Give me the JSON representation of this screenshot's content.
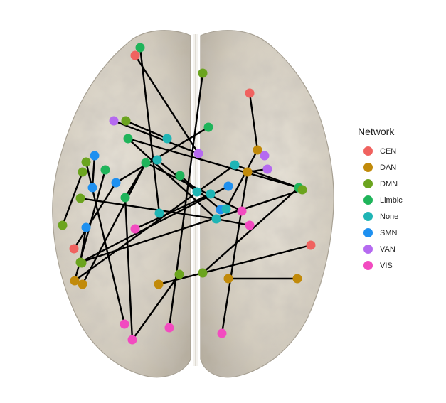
{
  "legend": {
    "title": "Network",
    "items": [
      {
        "key": "CEN",
        "label": "CEN",
        "color": "#F0625F"
      },
      {
        "key": "DAN",
        "label": "DAN",
        "color": "#C18A0A"
      },
      {
        "key": "DMN",
        "label": "DMN",
        "color": "#6BA41E"
      },
      {
        "key": "Limbic",
        "label": "Limbic",
        "color": "#1FB45A"
      },
      {
        "key": "None",
        "label": "None",
        "color": "#1FB5B5"
      },
      {
        "key": "SMN",
        "label": "SMN",
        "color": "#1E90F0"
      },
      {
        "key": "VAN",
        "label": "VAN",
        "color": "#B56AF0"
      },
      {
        "key": "VIS",
        "label": "VIS",
        "color": "#F24BC0"
      }
    ]
  },
  "nodes": [
    {
      "id": "n1",
      "network": "CEN"
    },
    {
      "id": "n2",
      "network": "Limbic"
    },
    {
      "id": "n3",
      "network": "DMN"
    },
    {
      "id": "n4",
      "network": "CEN"
    },
    {
      "id": "n5",
      "network": "VAN"
    },
    {
      "id": "n6",
      "network": "DMN"
    },
    {
      "id": "n7",
      "network": "Limbic"
    },
    {
      "id": "n8",
      "network": "None"
    },
    {
      "id": "n9",
      "network": "Limbic"
    },
    {
      "id": "n10",
      "network": "VAN"
    },
    {
      "id": "n11",
      "network": "DAN"
    },
    {
      "id": "n12",
      "network": "DMN"
    },
    {
      "id": "n13",
      "network": "DMN"
    },
    {
      "id": "n14",
      "network": "Limbic"
    },
    {
      "id": "n15",
      "network": "SMN"
    },
    {
      "id": "n16",
      "network": "SMN"
    },
    {
      "id": "n17",
      "network": "DMN"
    },
    {
      "id": "n18",
      "network": "Limbic"
    },
    {
      "id": "n19",
      "network": "None"
    },
    {
      "id": "n20",
      "network": "Limbic"
    },
    {
      "id": "n21",
      "network": "SMN"
    },
    {
      "id": "n22",
      "network": "Limbic"
    },
    {
      "id": "n23",
      "network": "None"
    },
    {
      "id": "n24",
      "network": "DAN"
    },
    {
      "id": "n25",
      "network": "VAN"
    },
    {
      "id": "n26",
      "network": "VAN"
    },
    {
      "id": "n27",
      "network": "Limbic"
    },
    {
      "id": "n28",
      "network": "DMN"
    },
    {
      "id": "n29",
      "network": "None"
    },
    {
      "id": "n30",
      "network": "None"
    },
    {
      "id": "n31",
      "network": "SMN"
    },
    {
      "id": "n32",
      "network": "None"
    },
    {
      "id": "n33",
      "network": "None"
    },
    {
      "id": "n34",
      "network": "SMN"
    },
    {
      "id": "n35",
      "network": "None"
    },
    {
      "id": "n36",
      "network": "VIS"
    },
    {
      "id": "n37",
      "network": "VIS"
    },
    {
      "id": "n38",
      "network": "DMN"
    },
    {
      "id": "n39",
      "network": "SMN"
    },
    {
      "id": "n40",
      "network": "VIS"
    },
    {
      "id": "n41",
      "network": "CEN"
    },
    {
      "id": "n42",
      "network": "DMN"
    },
    {
      "id": "n43",
      "network": "CEN"
    },
    {
      "id": "n44",
      "network": "DAN"
    },
    {
      "id": "n45",
      "network": "DAN"
    },
    {
      "id": "n46",
      "network": "DMN"
    },
    {
      "id": "n47",
      "network": "DMN"
    },
    {
      "id": "n48",
      "network": "DAN"
    },
    {
      "id": "n49",
      "network": "DAN"
    },
    {
      "id": "n50",
      "network": "DAN"
    },
    {
      "id": "n51",
      "network": "VIS"
    },
    {
      "id": "n52",
      "network": "VIS"
    },
    {
      "id": "n53",
      "network": "VIS"
    },
    {
      "id": "n54",
      "network": "VIS"
    },
    {
      "id": "n55",
      "network": "DMN"
    }
  ],
  "edges": [
    [
      "n1",
      "n10"
    ],
    [
      "n2",
      "n32"
    ],
    [
      "n3",
      "n52"
    ],
    [
      "n4",
      "n11"
    ],
    [
      "n5",
      "n10"
    ],
    [
      "n6",
      "n8"
    ],
    [
      "n7",
      "n27"
    ],
    [
      "n9",
      "n21"
    ],
    [
      "n12",
      "n51"
    ],
    [
      "n13",
      "n38"
    ],
    [
      "n14",
      "n44"
    ],
    [
      "n17",
      "n33"
    ],
    [
      "n22",
      "n34"
    ],
    [
      "n23",
      "n27"
    ],
    [
      "n18",
      "n36"
    ],
    [
      "n19",
      "n29"
    ],
    [
      "n28",
      "n42"
    ],
    [
      "n31",
      "n42"
    ],
    [
      "n42",
      "n39"
    ],
    [
      "n48",
      "n43"
    ],
    [
      "n47",
      "n27"
    ],
    [
      "n46",
      "n53"
    ],
    [
      "n53",
      "n20"
    ],
    [
      "n24",
      "n54"
    ],
    [
      "n49",
      "n50"
    ],
    [
      "n40",
      "n30"
    ],
    [
      "n41",
      "n21"
    ],
    [
      "n45",
      "n18"
    ],
    [
      "n16",
      "n15"
    ],
    [
      "n26",
      "n24"
    ],
    [
      "n11",
      "n35"
    ],
    [
      "n33",
      "n37"
    ],
    [
      "n7",
      "n33"
    ],
    [
      "n20",
      "n18"
    ],
    [
      "n23",
      "n44"
    ]
  ]
}
